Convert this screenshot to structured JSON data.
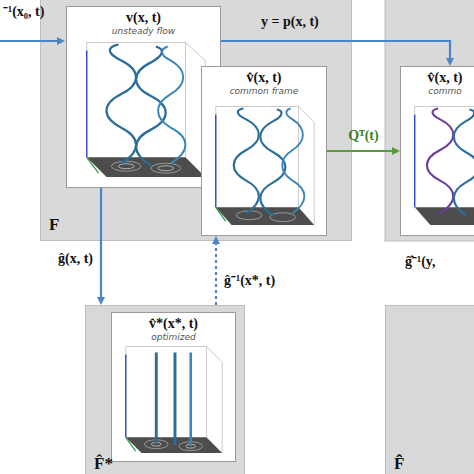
{
  "diagram": {
    "nodes": [
      {
        "text": [
          "F"
        ]
      },
      {
        "text": [
          "v(x, t)",
          "unsteady flow"
        ],
        "in": 0
      },
      {
        "text": [
          "v̂(x, t)",
          "common frame"
        ],
        "in": 0
      },
      {
        "text": [
          "v̂(x, t)",
          "commo"
        ]
      },
      {
        "text": [
          "F̂*"
        ]
      },
      {
        "text": [
          "v̂*(x*, t)",
          "optimized"
        ],
        "in": 4
      },
      {
        "text": [
          "F̂̂"
        ]
      }
    ],
    "edges": [
      {
        "from": 1,
        "to": 3,
        "arrow": "to",
        "label": "y = p(x, t)"
      },
      {
        "from": 2,
        "to": 3,
        "arrow": "to",
        "label": "Qᵀ(t)"
      },
      {
        "from": 1,
        "to": 4,
        "arrow": "to",
        "label": "ĝ(x, t)"
      },
      {
        "from": 4,
        "to": 2,
        "arrow": "to",
        "label": "ĝ⁻¹(x*, t)"
      }
    ],
    "labels": [
      "⁻¹(x₀, t)",
      "ĝ̂⁻¹(y,"
    ]
  }
}
